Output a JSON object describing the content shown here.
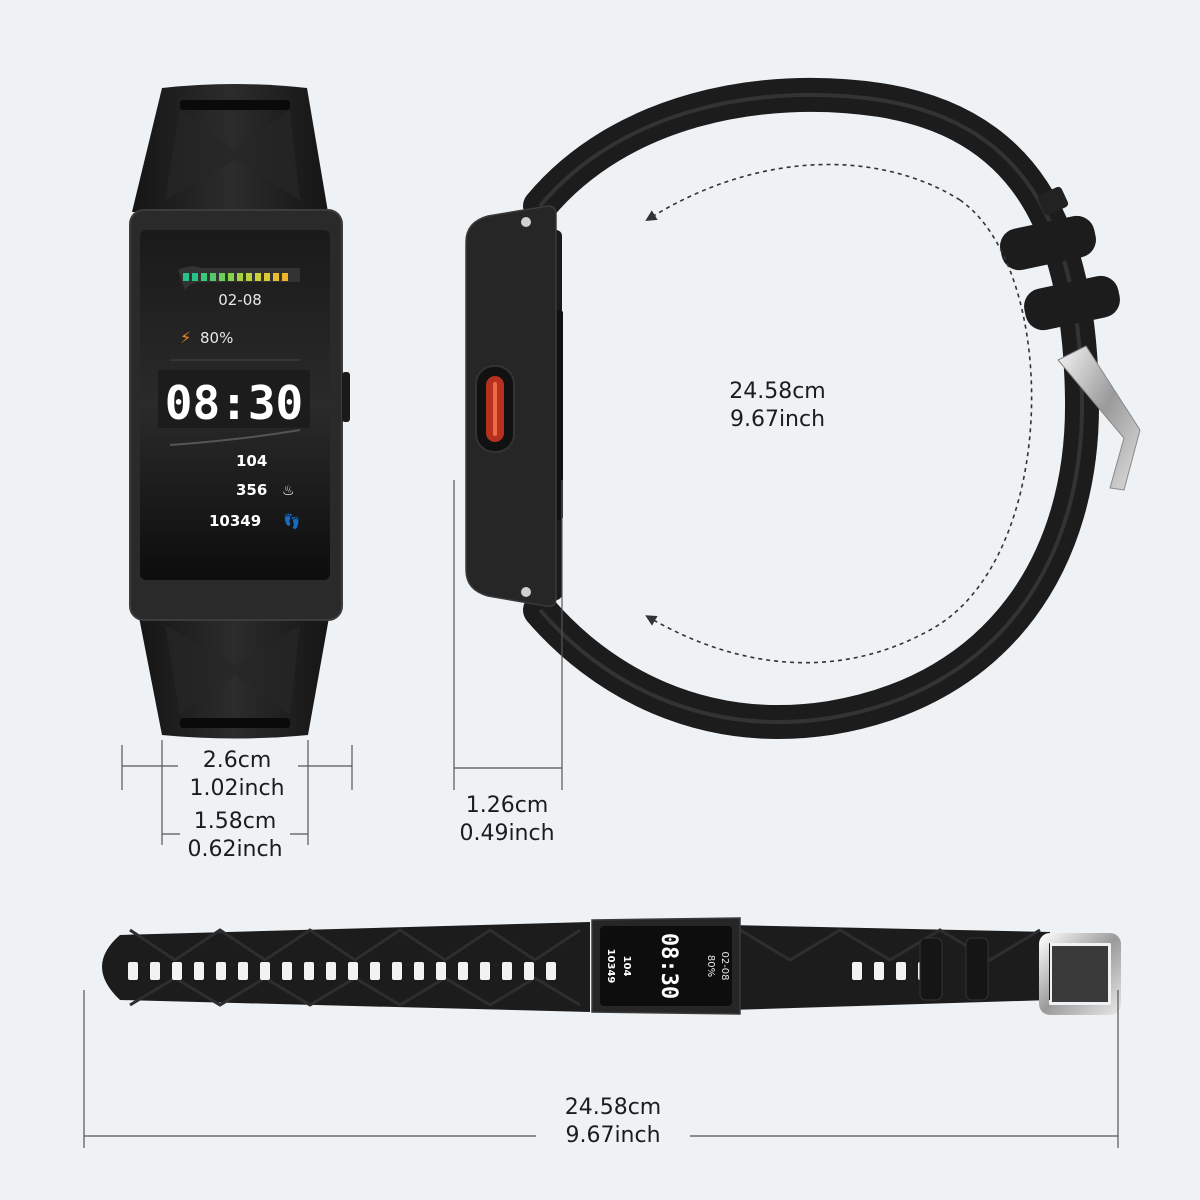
{
  "watch_screen": {
    "date": "02-08",
    "battery": "80%",
    "time": "08:30",
    "stat_1": "104",
    "stat_2": "356",
    "stat_3": "10349"
  },
  "dimensions": {
    "band_width": {
      "cm": "2.6cm",
      "inch": "1.02inch"
    },
    "screen_width": {
      "cm": "1.58cm",
      "inch": "0.62inch"
    },
    "thickness": {
      "cm": "1.26cm",
      "inch": "0.49inch"
    },
    "circumference": {
      "cm": "24.58cm",
      "inch": "9.67inch"
    },
    "length": {
      "cm": "24.58cm",
      "inch": "9.67inch"
    }
  },
  "colors": {
    "background": "#eef2f5",
    "band": "#1e1e1e",
    "screen": "#0b0b0b",
    "accent_button": "#d9432b"
  },
  "icons": [
    "lightning-icon",
    "flame-icon",
    "footprint-icon"
  ]
}
